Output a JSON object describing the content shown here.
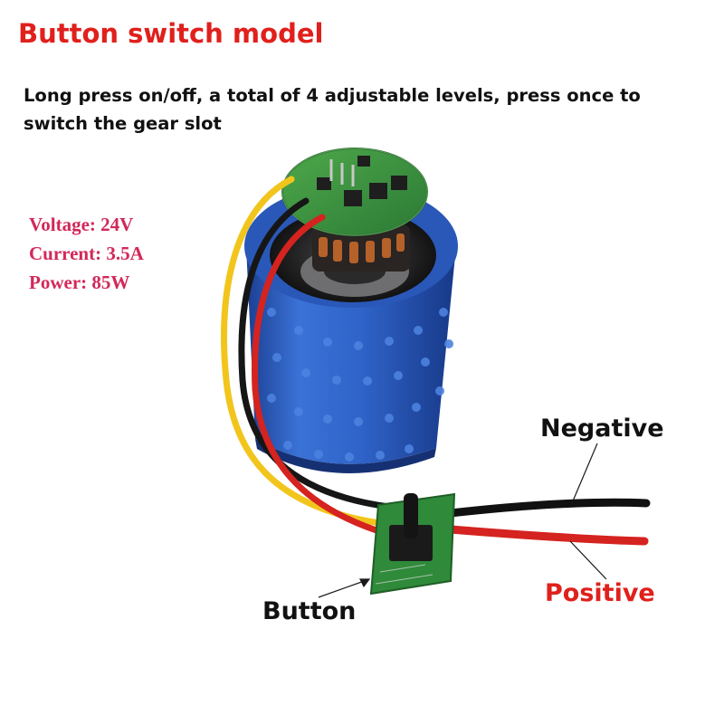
{
  "header": {
    "title": "Button switch model",
    "description": "Long press on/off, a total of 4 adjustable levels, press once to switch the gear slot"
  },
  "specs": [
    {
      "text": "Voltage: 24V"
    },
    {
      "text": "Current: 3.5A"
    },
    {
      "text": "Power: 85W"
    }
  ],
  "labels": {
    "negative": "Negative",
    "positive": "Positive",
    "button": "Button"
  },
  "colors": {
    "title": "#e0201c",
    "specs": "#d2285a",
    "positive": "#e0201c",
    "negative": "#111111",
    "sleeve": "#2f63c8"
  },
  "photo": {
    "subject": "blue-silicone-sleeved-motor-with-pcb-and-button-switch"
  }
}
